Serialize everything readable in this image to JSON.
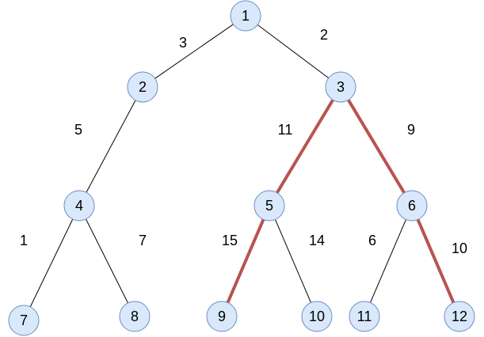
{
  "colors": {
    "node_fill": "#dae8fc",
    "node_stroke": "#6c8ebf",
    "highlight_edge": "#b85450",
    "normal_edge": "#000000"
  },
  "nodes": [
    {
      "id": "n1",
      "label": "1"
    },
    {
      "id": "n2",
      "label": "2"
    },
    {
      "id": "n3",
      "label": "3"
    },
    {
      "id": "n4",
      "label": "4"
    },
    {
      "id": "n5",
      "label": "5"
    },
    {
      "id": "n6",
      "label": "6"
    },
    {
      "id": "n7",
      "label": "7"
    },
    {
      "id": "n8",
      "label": "8"
    },
    {
      "id": "n9",
      "label": "9"
    },
    {
      "id": "n10",
      "label": "10"
    },
    {
      "id": "n11",
      "label": "11"
    },
    {
      "id": "n12",
      "label": "12"
    }
  ],
  "edges": [
    {
      "from": "n1",
      "to": "n2",
      "weight": "3",
      "highlighted": false
    },
    {
      "from": "n1",
      "to": "n3",
      "weight": "2",
      "highlighted": false
    },
    {
      "from": "n2",
      "to": "n4",
      "weight": "5",
      "highlighted": false
    },
    {
      "from": "n3",
      "to": "n5",
      "weight": "11",
      "highlighted": true
    },
    {
      "from": "n3",
      "to": "n6",
      "weight": "9",
      "highlighted": true
    },
    {
      "from": "n4",
      "to": "n7",
      "weight": "1",
      "highlighted": false
    },
    {
      "from": "n4",
      "to": "n8",
      "weight": "7",
      "highlighted": false
    },
    {
      "from": "n5",
      "to": "n9",
      "weight": "15",
      "highlighted": true
    },
    {
      "from": "n5",
      "to": "n10",
      "weight": "14",
      "highlighted": false
    },
    {
      "from": "n6",
      "to": "n11",
      "weight": "6",
      "highlighted": false
    },
    {
      "from": "n6",
      "to": "n12",
      "weight": "10",
      "highlighted": true
    }
  ]
}
